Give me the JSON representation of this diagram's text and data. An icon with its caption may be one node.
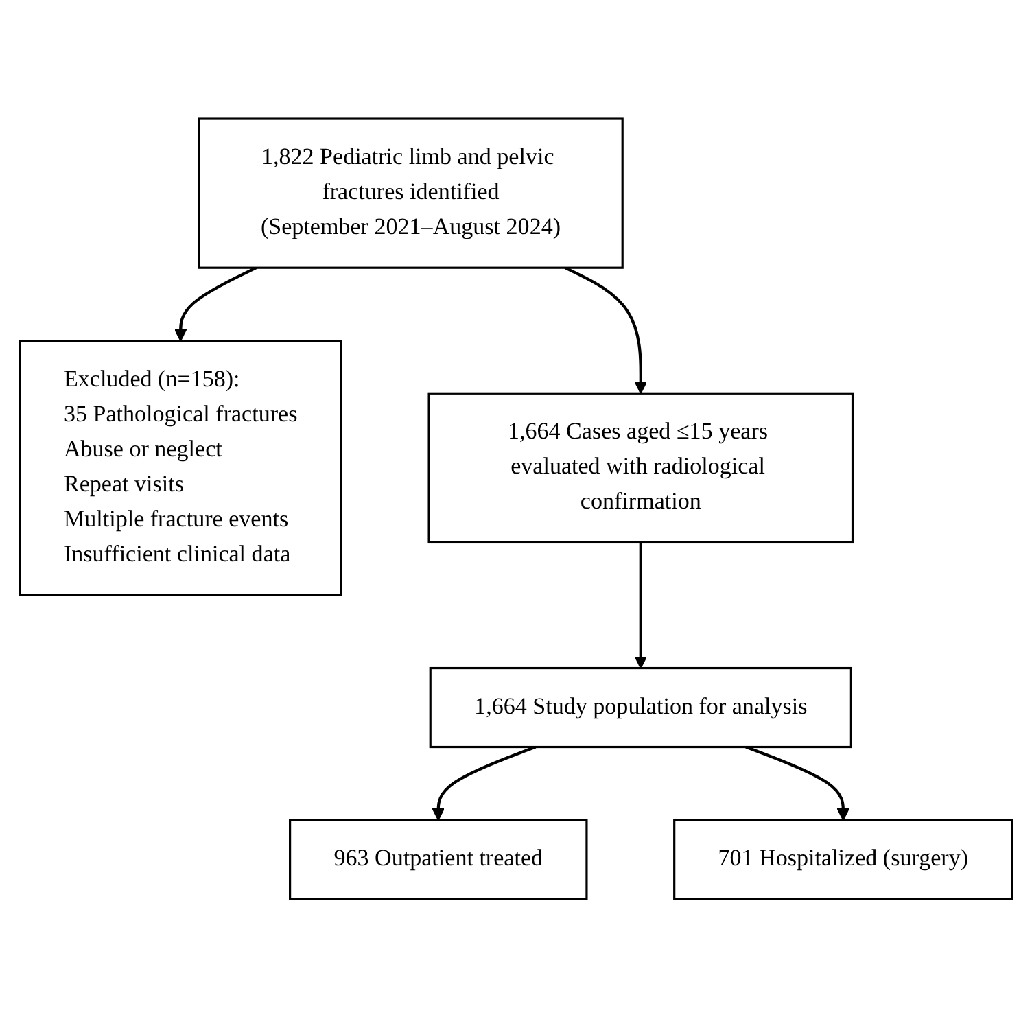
{
  "diagram": {
    "nodes": [
      {
        "text": [
          "1,822 Pediatric limb and pelvic fractures identified",
          "(September 2021–August 2024)"
        ]
      },
      {
        "text": [
          "Excluded (n=158):",
          "35 Pathological fractures",
          "Abuse or neglect",
          "Repeat visits",
          "Multiple fracture events",
          "Insufficient clinical data"
        ]
      },
      {
        "text": [
          "1,664 Cases aged ≤15 years evaluated with radiological confirmation"
        ]
      },
      {
        "text": [
          "1,664 Study population for analysis"
        ]
      },
      {
        "text": [
          "963 Outpatient treated"
        ]
      },
      {
        "text": [
          "701 Hospitalized (surgery)"
        ]
      }
    ],
    "edges": [
      {
        "from": 0,
        "to": 2,
        "arrow": "to"
      },
      {
        "from": 0,
        "to": 1,
        "arrow": "to"
      },
      {
        "from": 2,
        "to": 3,
        "arrow": "to"
      },
      {
        "from": 3,
        "to": 4,
        "arrow": "to"
      },
      {
        "from": 3,
        "to": 5,
        "arrow": "to"
      }
    ]
  }
}
